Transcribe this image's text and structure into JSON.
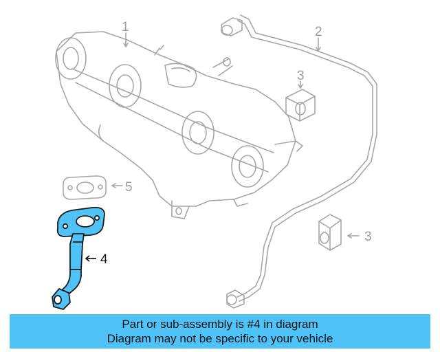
{
  "callouts": {
    "c1": "1",
    "c2": "2",
    "c3a": "3",
    "c3b": "3",
    "c4": "4",
    "c5": "5"
  },
  "banner": {
    "line1": "Part or sub-assembly is #4 in diagram",
    "line2": "Diagram may not be specific to your vehicle"
  },
  "colors": {
    "highlight": "#4fc3f7",
    "ghost_line": "#a6a6a6"
  }
}
